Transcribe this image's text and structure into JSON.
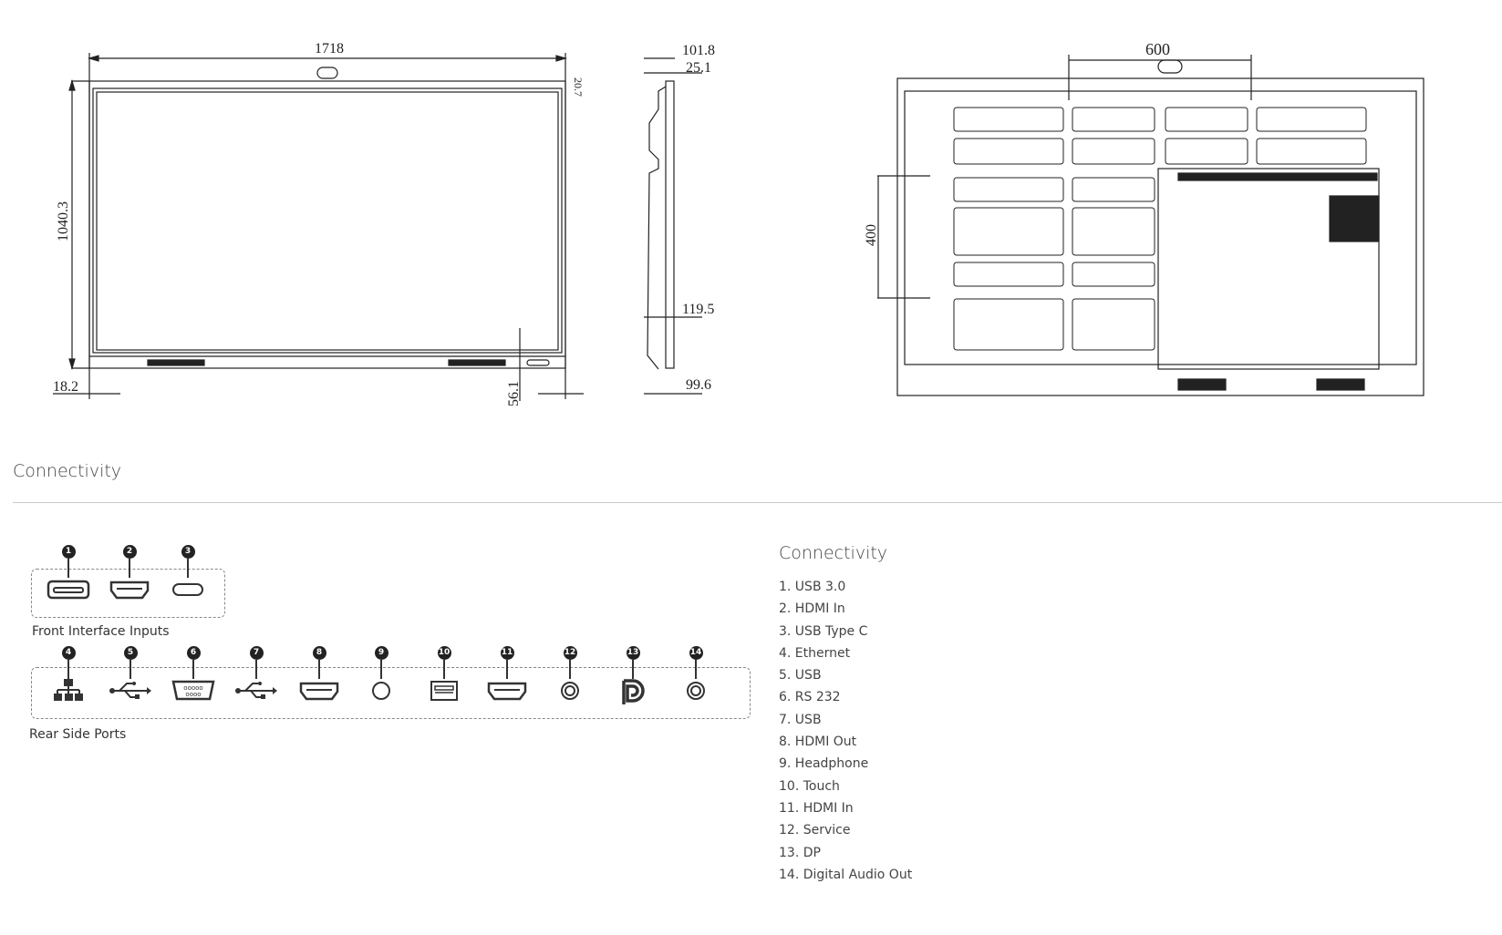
{
  "drawings": {
    "front": {
      "width": "1718",
      "height": "1040.3",
      "top_bezel": "20.7",
      "side_bezel": "18.2",
      "bottom_offset": "56.1"
    },
    "side": {
      "depth_total": "101.8",
      "depth_top": "25.1",
      "depth_mid": "119.5",
      "depth_bottom": "99.6"
    },
    "rear": {
      "vesa_h": "600",
      "vesa_v": "400"
    }
  },
  "section_title": "Connectivity",
  "front_panel": {
    "label": "Front Interface Inputs",
    "ports": [
      {
        "num": "1",
        "icon": "usb-a-port-icon"
      },
      {
        "num": "2",
        "icon": "hdmi-port-icon"
      },
      {
        "num": "3",
        "icon": "usb-c-port-icon"
      }
    ]
  },
  "rear_panel": {
    "label": "Rear Side Ports",
    "ports": [
      {
        "num": "4",
        "icon": "ethernet-icon"
      },
      {
        "num": "5",
        "icon": "usb-icon"
      },
      {
        "num": "6",
        "icon": "rs232-icon"
      },
      {
        "num": "7",
        "icon": "usb-icon"
      },
      {
        "num": "8",
        "icon": "hdmi-port-icon"
      },
      {
        "num": "9",
        "icon": "headphone-jack-icon"
      },
      {
        "num": "10",
        "icon": "touch-usb-b-icon"
      },
      {
        "num": "11",
        "icon": "hdmi-port-icon"
      },
      {
        "num": "12",
        "icon": "service-jack-icon"
      },
      {
        "num": "13",
        "icon": "displayport-icon"
      },
      {
        "num": "14",
        "icon": "digital-audio-icon"
      }
    ]
  },
  "legend": {
    "title": "Connectivity",
    "items": [
      "1. USB 3.0",
      "2. HDMI In",
      "3. USB Type C",
      "4. Ethernet",
      "5. USB",
      "6. RS 232",
      "7. USB",
      "8. HDMI Out",
      "9. Headphone",
      "10. Touch",
      "11. HDMI In",
      "12. Service",
      "13. DP",
      "14. Digital Audio Out"
    ]
  }
}
